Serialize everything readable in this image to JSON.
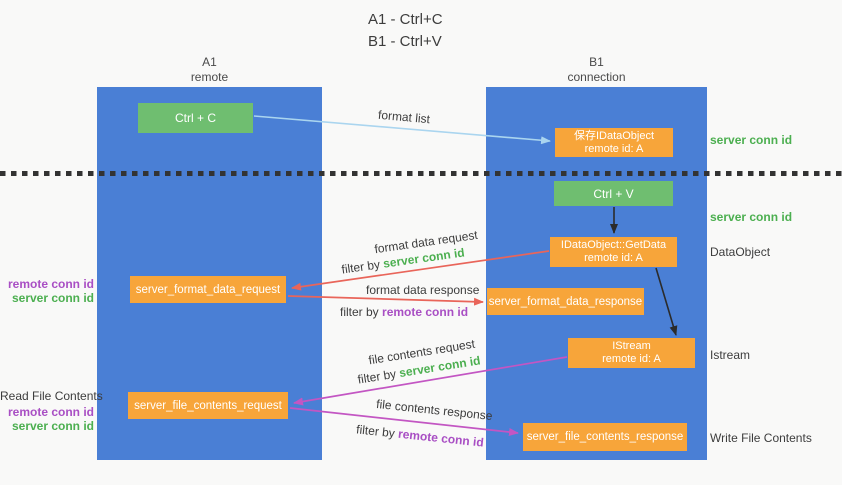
{
  "title": {
    "line1": "A1 - Ctrl+C",
    "line2": "B1 - Ctrl+V"
  },
  "lanes": {
    "left": {
      "title": "A1",
      "subtitle": "remote"
    },
    "right": {
      "title": "B1",
      "subtitle": "connection"
    }
  },
  "nodes": {
    "ctrl_c": {
      "label": "Ctrl + C"
    },
    "ctrl_v": {
      "label": "Ctrl + V"
    },
    "save_dataobject": {
      "line1": "保存IDataObject",
      "line2": "remote id: A"
    },
    "getdata": {
      "line1": "IDataObject::GetData",
      "line2": "remote id: A"
    },
    "istream": {
      "line1": "IStream",
      "line2": "remote id: A"
    },
    "server_format_data_request": {
      "label": "server_format_data_request"
    },
    "server_format_data_response": {
      "label": "server_format_data_response"
    },
    "server_file_contents_request": {
      "label": "server_file_contents_request"
    },
    "server_file_contents_response": {
      "label": "server_file_contents_response"
    }
  },
  "edge_labels": {
    "format_list": "format list",
    "format_data_request": "format data request",
    "format_data_response": "format data response",
    "file_contents_request": "file contents request",
    "file_contents_response": "file contents response",
    "filter_by": "filter by",
    "server_conn_id": "server conn id",
    "remote_conn_id": "remote conn id"
  },
  "side_labels": {
    "server_conn_id": "server conn id",
    "remote_conn_id": "remote conn id",
    "dataobject": "DataObject",
    "istream": "Istream",
    "read_file_contents": "Read File Contents",
    "write_file_contents": "Write File Contents"
  },
  "colors": {
    "background": "#f9f9f8",
    "lane_blue": "#4a7fd5",
    "box_green": "#6fbe70",
    "box_orange": "#f7a53a",
    "arrow_light_blue": "#aad5ef",
    "arrow_black": "#2b2b2b",
    "arrow_red": "#e9655a",
    "arrow_magenta": "#c356c3",
    "text_green": "#4caf50",
    "text_purple": "#a94fc4",
    "text_dark": "#3d3d3d"
  }
}
